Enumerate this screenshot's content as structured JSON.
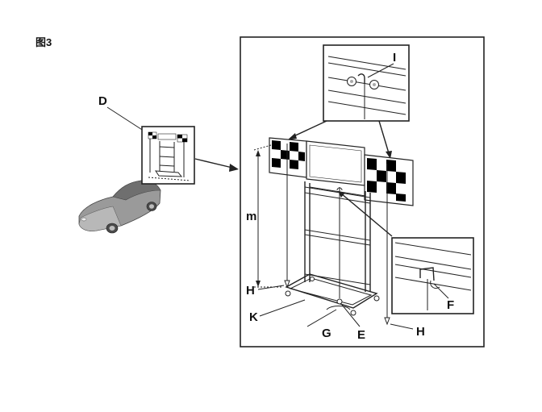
{
  "figure_label": "图3",
  "labels": {
    "D": "D",
    "I": "I",
    "m": "m",
    "H_left": "H",
    "H_right": "H",
    "K": "K",
    "G": "G",
    "E": "E",
    "F": "F"
  },
  "icons": {
    "vehicle": "car-icon",
    "target_stand": "target-stand-icon",
    "plumb_bob": "plumb-bob-icon",
    "hook_detail": "hook-detail-icon"
  },
  "colors": {
    "line": "#222222",
    "target_black": "#000000",
    "car_body": "#8a8a8a"
  }
}
